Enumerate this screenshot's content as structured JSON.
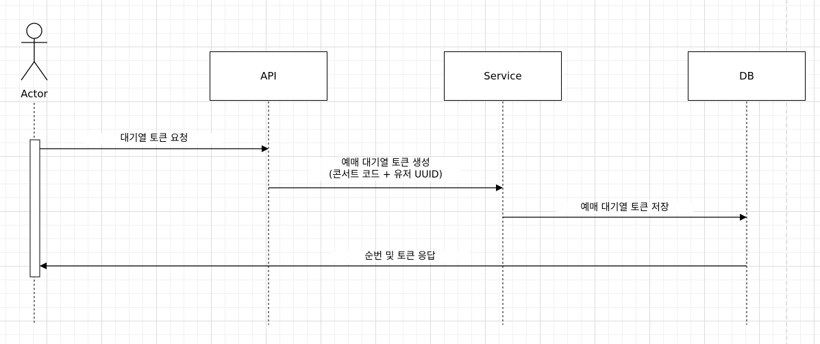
{
  "actor": {
    "label": "Actor",
    "icon": "stick-figure-icon"
  },
  "participants": [
    {
      "id": "api",
      "label": "API"
    },
    {
      "id": "service",
      "label": "Service"
    },
    {
      "id": "db",
      "label": "DB"
    }
  ],
  "messages": [
    {
      "from": "actor",
      "to": "api",
      "label": "대기열 토큰 요청"
    },
    {
      "from": "api",
      "to": "service",
      "label_line1": "예매 대기열 토큰 생성",
      "label_line2": "(콘서트 코드 + 유저 UUID)"
    },
    {
      "from": "service",
      "to": "db",
      "label": "예매 대기열 토큰 저장"
    },
    {
      "from": "db",
      "to": "actor",
      "label": "순번 및 토큰 응답"
    }
  ],
  "colors": {
    "line": "#000000",
    "grid": "#dcdcdc",
    "page_border": "#c8c8c8"
  }
}
